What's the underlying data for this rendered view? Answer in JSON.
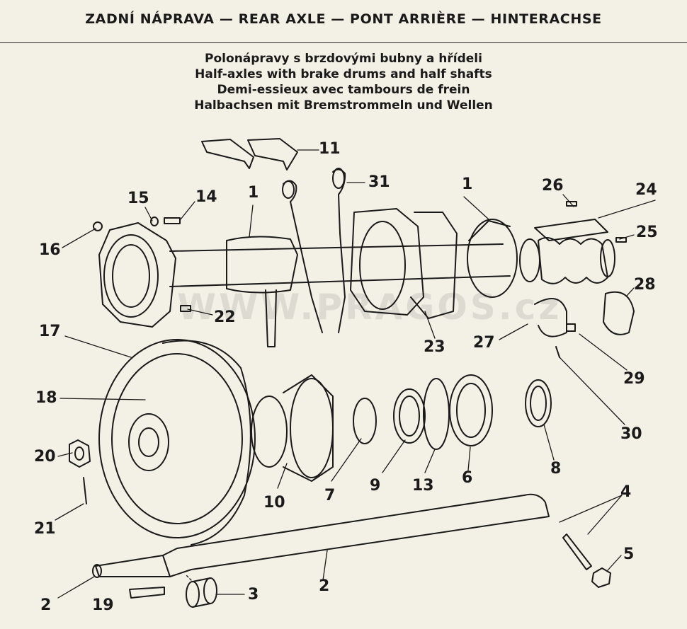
{
  "header": {
    "title": "ZADNÍ NÁPRAVA — REAR AXLE — PONT ARRIÈRE — HINTERACHSE"
  },
  "subtitles": [
    "Polonápravy s brzdovými bubny a hřídeli",
    "Half-axles with brake drums and half shafts",
    "Demi-essieux avec tambours de frein",
    "Halbachsen mit Bremstrommeln und Wellen"
  ],
  "watermark": "WWW.PRAGOS.cz",
  "colors": {
    "ink": "#1a1a1a",
    "paper": "#f3f0e6"
  },
  "part_labels": {
    "p11": "11",
    "p31": "31",
    "p1a": "1",
    "p1b": "1",
    "p15": "15",
    "p14": "14",
    "p26": "26",
    "p24": "24",
    "p25": "25",
    "p16": "16",
    "p28": "28",
    "p22": "22",
    "p23": "23",
    "p27": "27",
    "p17": "17",
    "p29": "29",
    "p18": "18",
    "p30": "30",
    "p20": "20",
    "p7": "7",
    "p9": "9",
    "p13": "13",
    "p6": "6",
    "p8": "8",
    "p10": "10",
    "p4": "4",
    "p21": "21",
    "p5": "5",
    "p2a": "2",
    "p2b": "2",
    "p19": "19",
    "p3": "3"
  }
}
